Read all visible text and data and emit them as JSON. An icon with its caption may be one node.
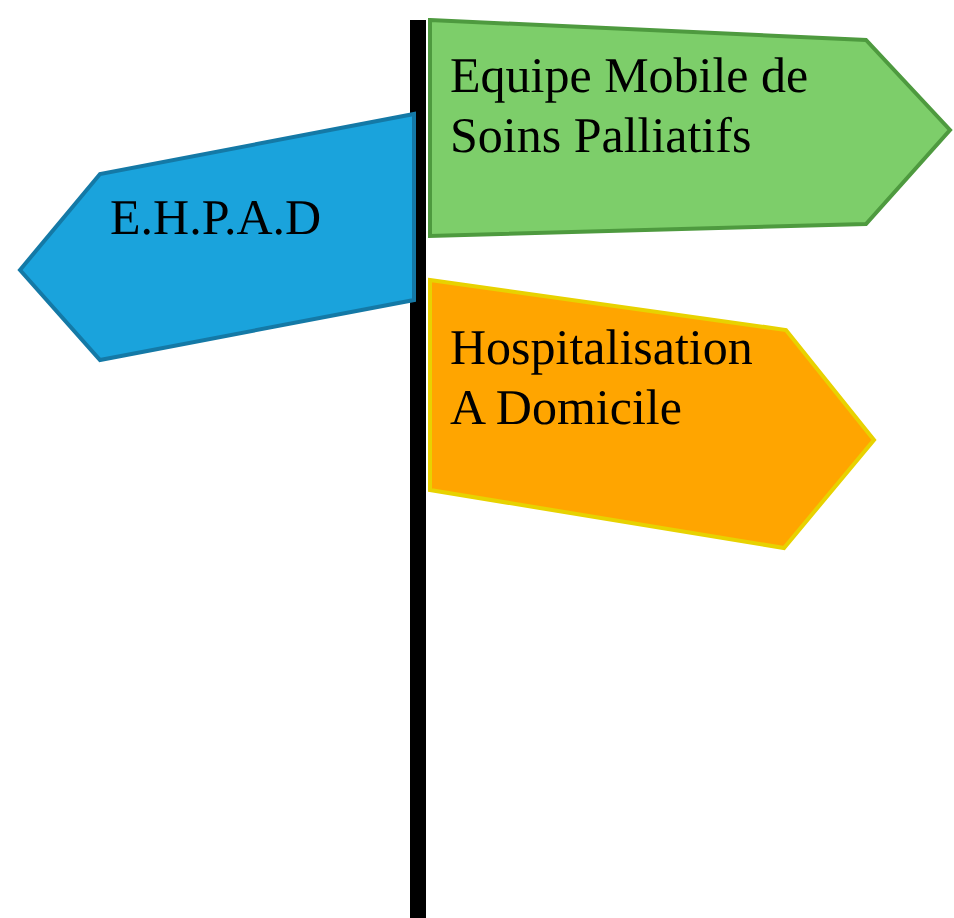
{
  "diagram": {
    "nodes": [
      {
        "text": [
          "Equipe Mobile de Soins Palliatifs"
        ]
      },
      {
        "text": [
          "E.H.P.A.D"
        ]
      },
      {
        "text": [
          "Hospitalisation A Domicile"
        ]
      }
    ]
  }
}
